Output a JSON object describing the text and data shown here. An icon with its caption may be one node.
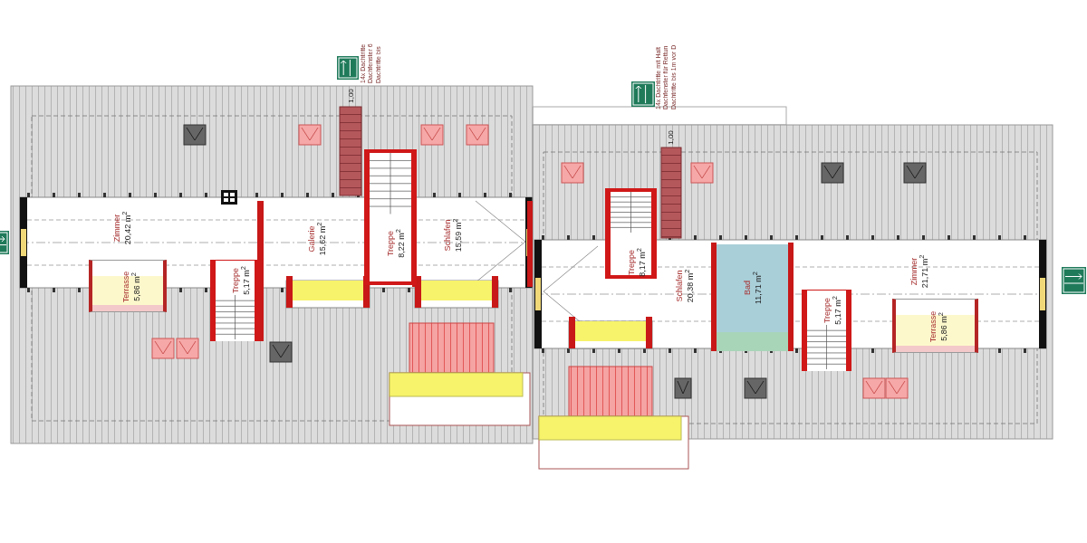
{
  "diagram": {
    "nodes": [
      {
        "text": [
          "Zimmer",
          "20,42 m$^{2}$"
        ]
      },
      {
        "text": [
          "Terrasse",
          "5,86 m$^{2}$"
        ]
      },
      {
        "text": [
          "Treppe",
          "5,17 m$^{2}$"
        ]
      },
      {
        "text": [
          "Galerie",
          "15,62 m$^{2}$"
        ]
      },
      {
        "text": [
          "Treppe",
          "8,22 m$^{2}$"
        ]
      },
      {
        "text": [
          "Schlafen",
          "15,59 m$^{2}$"
        ]
      },
      {
        "text": [
          "Treppe",
          "8,17 m$^{2}$"
        ]
      },
      {
        "text": [
          "Schlafen",
          "20,38 m$^{2}$"
        ]
      },
      {
        "text": [
          "Bad",
          "11,71 m$^{2}$"
        ]
      },
      {
        "text": [
          "Treppe",
          "5,17 m$^{2}$"
        ]
      },
      {
        "text": [
          "Zimmer",
          "21,71 m$^{2}$"
        ]
      },
      {
        "text": [
          "Terrasse",
          "5,86 m$^{2}$"
        ]
      }
    ],
    "labels": [
      "14x Dachtritte Dachfenster 6 Dachtritte bis",
      "1,00",
      "14x Dachtritte mit Halt Dachfenster für Rettun Dachtritte bis 1m vor D",
      "1,00"
    ]
  }
}
